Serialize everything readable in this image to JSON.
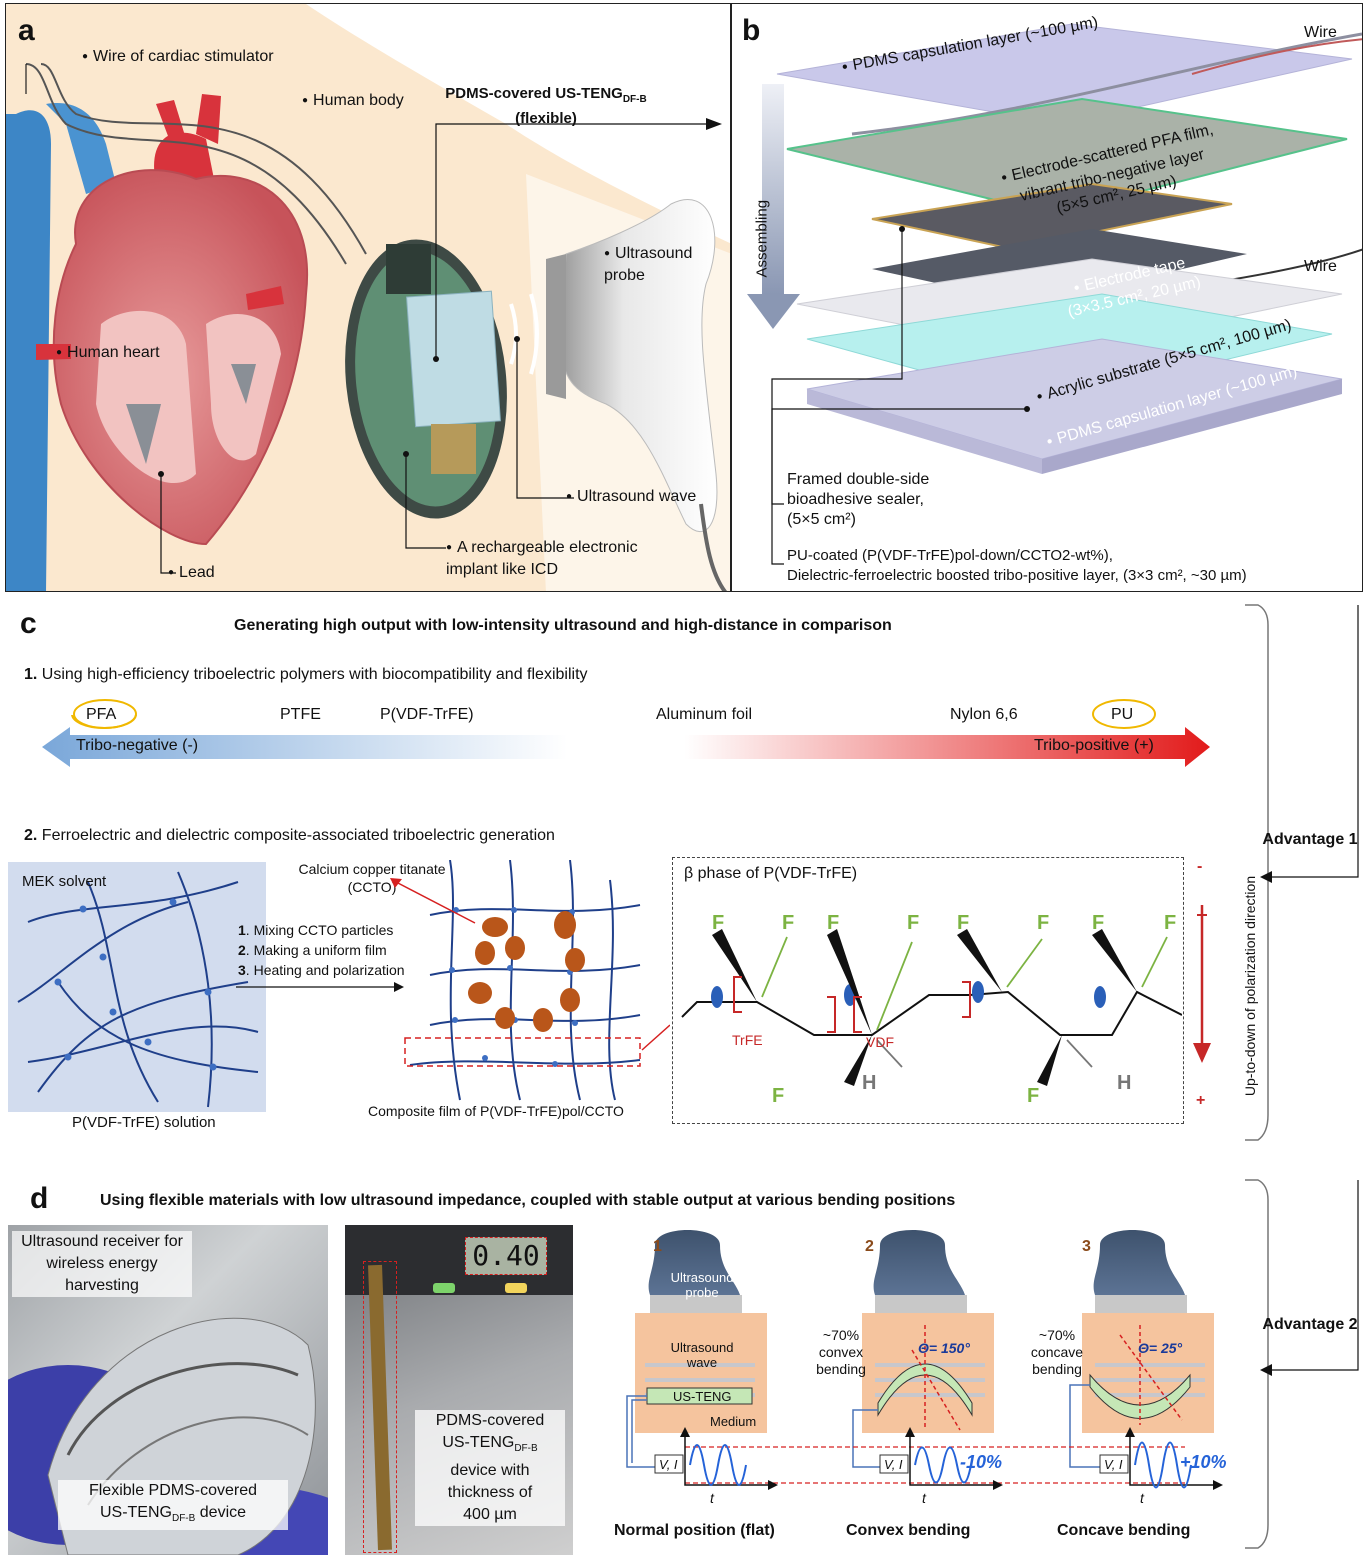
{
  "panel_a": {
    "label": "a",
    "wire": "Wire of cardiac stimulator",
    "body": "Human body",
    "device_title_1": "PDMS-covered US-TENG",
    "device_title_sub": "DF-B",
    "device_title_2": "(flexible)",
    "probe": "Ultrasound probe",
    "heart": "Human heart",
    "wave": "Ultrasound wave",
    "implant": "A rechargeable electronic implant like ICD",
    "lead": "Lead"
  },
  "panel_b": {
    "label": "b",
    "wire_top": "Wire",
    "wire_mid": "Wire",
    "assembling": "Assembling",
    "l1": "PDMS capsulation layer (~100 µm)",
    "l2a": "Electrode-scattered PFA film,",
    "l2b": "vibrant tribo-negative layer",
    "l2c": "(5×5 cm², 25 µm)",
    "l3a": "Electrode tape",
    "l3b": "(3×3.5 cm², 20 µm)",
    "l4": "Acrylic substrate (5×5 cm², 100 µm)",
    "l5": "PDMS capsulation layer (~100 µm)",
    "sealer_1": "Framed double-side",
    "sealer_2": "bioadhesive sealer,",
    "sealer_3": "(5×5 cm²)",
    "pu_1": "PU-coated (P(VDF-TrFE)pol-down/CCTO2-wt%),",
    "pu_2": "Dielectric-ferroelectric boosted tribo-positive layer, (3×3 cm², ~30 µm)"
  },
  "panel_c": {
    "label": "c",
    "title": "Generating high output with low-intensity ultrasound and high-distance in comparison",
    "item1_num": "1.",
    "item1": "Using high-efficiency triboelectric polymers with biocompatibility and flexibility",
    "series": [
      "PFA",
      "PTFE",
      "P(VDF-TrFE)",
      "Aluminum foil",
      "Nylon 6,6",
      "PU"
    ],
    "neg": "Tribo-negative (-)",
    "pos": "Tribo-positive (+)",
    "item2_num": "2.",
    "item2": "Ferroelectric and dielectric composite-associated triboelectric generation",
    "mek": "MEK solvent",
    "solution": "P(VDF-TrFE) solution",
    "ccto_1": "Calcium copper titanate",
    "ccto_2": "(CCTO)",
    "step1": "Mixing CCTO particles",
    "step2": "Making a uniform film",
    "step3": "Heating and polarization",
    "film": "Composite film of P(VDF-TrFE)pol/CCTO",
    "beta": "β phase of P(VDF-TrFE)",
    "trfe": "TrFE",
    "vdf": "VDF",
    "polar": "Up-to-down of polarization direction",
    "minus": "-",
    "plus": "+",
    "adv1": "Advantage 1"
  },
  "panel_d": {
    "label": "d",
    "title": "Using flexible materials with low ultrasound impedance, coupled with stable output at various bending positions",
    "photo1_top": "Ultrasound receiver for wireless energy harvesting",
    "photo1_bot_1": "Flexible PDMS-covered",
    "photo1_bot_2": "US-TENG",
    "photo1_bot_sub": "DF-B",
    "photo1_bot_3": "device",
    "caliper": "0.40",
    "photo2_1": "PDMS-covered",
    "photo2_2": "US-TENG",
    "photo2_sub": "DF-B",
    "photo2_3": "device with",
    "photo2_4": "thickness of",
    "photo2_5": "400 µm",
    "n1": "1",
    "n2": "2",
    "n3": "3",
    "probe": "Ultrasound probe",
    "wave": "Ultrasound wave",
    "usteng": "US-TENG",
    "medium": "Medium",
    "convex": "~70% convex bending",
    "concave": "~70% concave bending",
    "theta1": "Θ= 150°",
    "theta2": "Θ= 25°",
    "vi": "V, I",
    "t": "t",
    "pct_neg": "-10%",
    "pct_pos": "+10%",
    "cap1": "Normal position (flat)",
    "cap2": "Convex bending",
    "cap3": "Concave bending",
    "adv2": "Advantage 2"
  }
}
